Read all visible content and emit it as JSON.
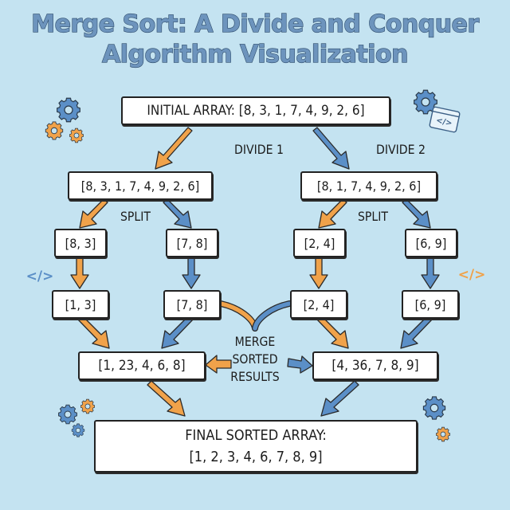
{
  "title": {
    "line1": "Merge Sort: A Divide and Conquer",
    "line2": "Algorithm Visualization"
  },
  "initial": {
    "text": "INITIAL ARRAY: [8, 3, 1, 7, 4, 9, 2, 6]"
  },
  "labels": {
    "divide1": "DIVIDE 1",
    "divide2": "DIVIDE 2",
    "split_left": "SPLIT",
    "split_right": "SPLIT",
    "merge_line1": "MERGE",
    "merge_line2": "SORTED",
    "merge_line3": "RESULTS"
  },
  "level1": [
    {
      "text": "[8, 3, 1, 7, 4, 9, 2, 6]"
    },
    {
      "text": "[8, 1, 7, 4, 9, 2, 6]"
    }
  ],
  "level2": [
    {
      "text": "[8, 3]"
    },
    {
      "text": "[7, 8]"
    },
    {
      "text": "[2, 4]"
    },
    {
      "text": "[6, 9]"
    }
  ],
  "level3": [
    {
      "text": "[1, 3]"
    },
    {
      "text": "[7, 8]"
    },
    {
      "text": "[2, 4]"
    },
    {
      "text": "[6, 9]"
    }
  ],
  "merged": [
    {
      "text": "[1, 23, 4, 6, 8]"
    },
    {
      "text": "[4, 36, 7, 8, 9]"
    }
  ],
  "final": {
    "line1": "FINAL SORTED ARRAY:",
    "line2": "[1, 2, 3, 4, 6, 7, 8, 9]"
  },
  "colors": {
    "background": "#c4e3f1",
    "orange_arrow": "#f0a24a",
    "blue_arrow": "#5b8fc7",
    "title_fill": "#6d94bd",
    "title_stroke": "#2e4c6c",
    "box_border": "#222222"
  },
  "icons": [
    "gear-icon-blue-top-left",
    "gear-icon-orange-top-left",
    "gear-icon-orange-small-top-left",
    "gear-icon-blue-top-right",
    "code-window-icon-top-right",
    "code-tag-icon-left",
    "code-tag-icon-right",
    "gear-icon-blue-bottom-left",
    "gear-icon-orange-bottom-left",
    "gear-icon-blue-small-bottom-left",
    "gear-icon-blue-bottom-right",
    "gear-icon-orange-bottom-right"
  ]
}
